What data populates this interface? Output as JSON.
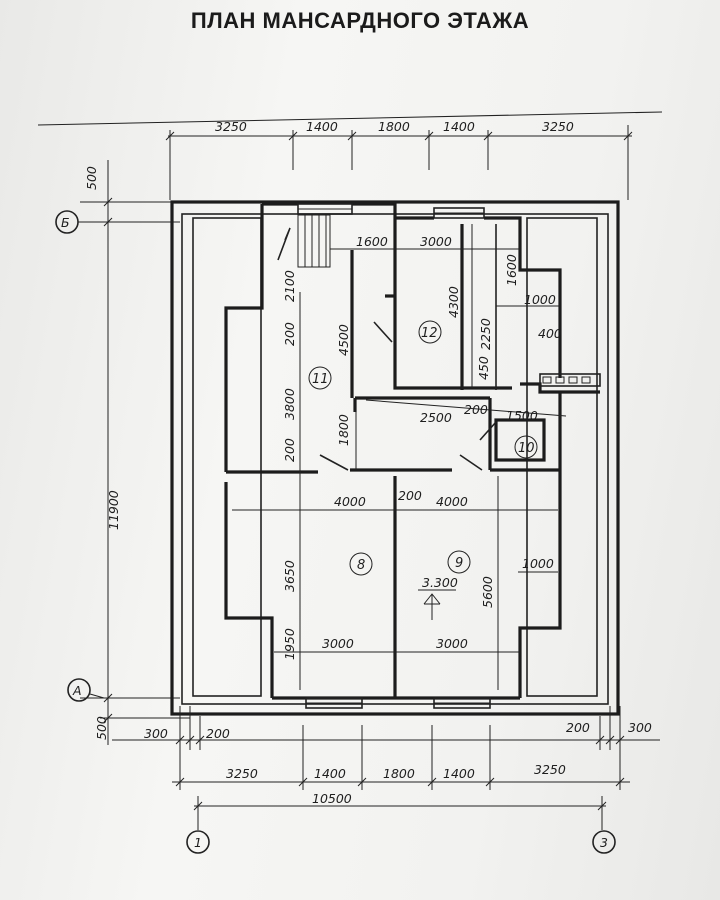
{
  "title": "ПЛАН  МАНСАРДНОГО ЭТАЖА",
  "axes": {
    "B": "Б",
    "A": "А",
    "one": "1",
    "three": "3"
  },
  "top_dims": [
    "3250",
    "1400",
    "1800",
    "1400",
    "3250"
  ],
  "bottom_dims": [
    "3250",
    "1400",
    "1800",
    "1400",
    "3250"
  ],
  "total_width": "10500",
  "total_height": "11900",
  "edge_dims": {
    "top_left": "500",
    "bottom_left": "500",
    "left_300": "300",
    "left_200": "200",
    "right_200": "200",
    "right_300": "300"
  },
  "inner_dims": {
    "d1600a": "1600",
    "d3000top": "3000",
    "d4300": "4300",
    "d1600v": "1600",
    "d1000top": "1000",
    "d2250": "2250",
    "d400": "400",
    "d450": "450",
    "d2100": "2100",
    "d200a": "200",
    "d4500": "4500",
    "d3800": "3800",
    "d200b": "200",
    "d1800v": "1800",
    "d2500": "2500",
    "d200c": "200",
    "d1500": "1500",
    "d4000a": "4000",
    "d200d": "200",
    "d4000b": "4000",
    "d3650": "3650",
    "d5600": "5600",
    "d1000side": "1000",
    "d1950": "1950",
    "d3000bl": "3000",
    "d3000br": "3000",
    "level": "3.300"
  },
  "rooms": {
    "r8": "8",
    "r9": "9",
    "r10": "10",
    "r11": "11",
    "r12": "12"
  }
}
